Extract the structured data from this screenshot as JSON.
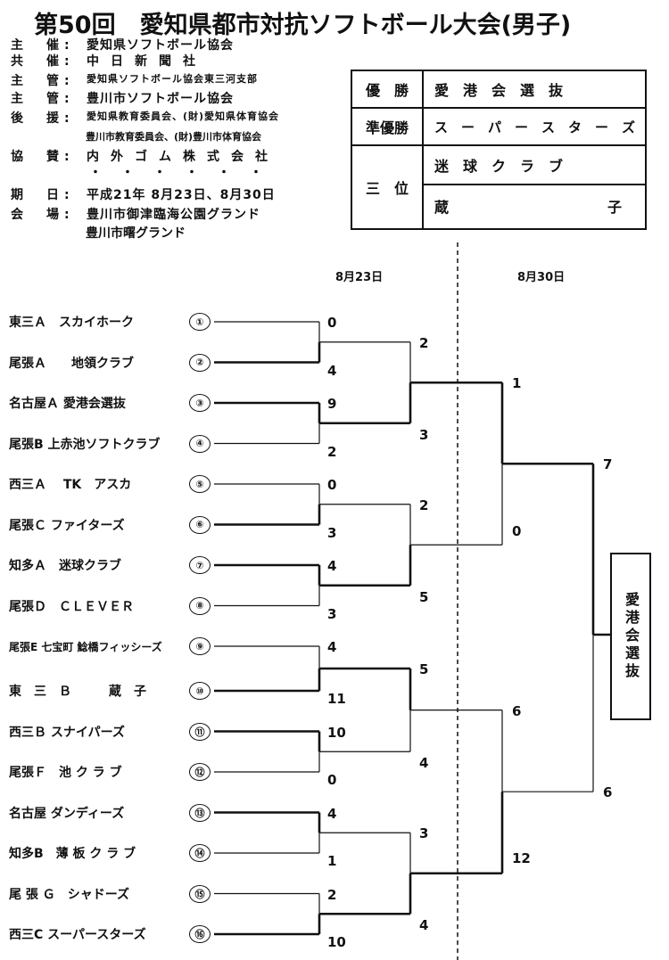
{
  "title": "第50回　愛知県都市対抗ソフトボール大会(男子)",
  "info": {
    "shusai_label": "主　催:",
    "shusai_value": "愛知県ソフトボール協会",
    "kyosai_label": "共　催:",
    "kyosai_value": "中日新聞社",
    "shukan1_label": "主　管:",
    "shukan1_value": "愛知県ソフトボール協会東三河支部",
    "shukan2_label": "主　管:",
    "shukan2_value": "豊川市ソフトボール協会",
    "koen_label": "後　援:",
    "koen_value1": "愛知県教育委員会、(財)愛知県体育協会",
    "koen_value2": "豊川市教育委員会、(財)豊川市体育協会",
    "kyosan_label": "協　賛:",
    "kyosan_value": "内外ゴム株式会社",
    "kyosan_dots": "・・・・・・",
    "kijitsu_label": "期　日:",
    "kijitsu_value": "平成21年 8月23日、8月30日",
    "kaijo_label": "会　場:",
    "kaijo_value1": "豊川市御津臨海公園グランド",
    "kaijo_value2": "豊川市曙グランド"
  },
  "results": {
    "winner_label": "優　勝",
    "winner_team": "愛　港　会　選　抜",
    "runnerup_label": "準優勝",
    "runnerup_team": "ス　ー　パ　ー　ス　タ　ー　ズ",
    "third_label": "三　位",
    "third_team1": "迷　球　ク　ラ　ブ",
    "third_team2_left": "蔵",
    "third_team2_right": "子"
  },
  "dates": {
    "day1": "8月23日",
    "day2": "8月30日"
  },
  "teams": [
    {
      "name": "東三Ａ　スカイホーク",
      "num": "①"
    },
    {
      "name": "尾張Ａ　　地領クラブ",
      "num": "②"
    },
    {
      "name": "名古屋Ａ 愛港会選抜",
      "num": "③"
    },
    {
      "name": "尾張B 上赤池ソフトクラブ",
      "num": "④"
    },
    {
      "name": "西三Ａ　 TK　アスカ",
      "num": "⑤"
    },
    {
      "name": "尾張Ｃ ファイターズ",
      "num": "⑥"
    },
    {
      "name": "知多Ａ　迷球クラブ",
      "num": "⑦"
    },
    {
      "name": "尾張Ｄ　ＣＬＥＶＥＲ",
      "num": "⑧"
    },
    {
      "name": "尾張E 七宝町 鯰橋フィッシーズ",
      "num": "⑨"
    },
    {
      "name": "東　三　Ｂ　　　蔵　子",
      "num": "⑩"
    },
    {
      "name": "西三Ｂ スナイパーズ",
      "num": "⑪"
    },
    {
      "name": "尾張Ｆ　池 ク ラ ブ",
      "num": "⑫"
    },
    {
      "name": "名古屋 ダンディーズ",
      "num": "⑬"
    },
    {
      "name": "知多B　薄 板 ク ラ ブ",
      "num": "⑭"
    },
    {
      "name": "尾 張 Ｇ　シャドーズ",
      "num": "⑮"
    },
    {
      "name": "西三C スーパースターズ",
      "num": "⑯"
    }
  ],
  "scores": {
    "r1": [
      "0",
      "4",
      "9",
      "2",
      "0",
      "3",
      "4",
      "3",
      "4",
      "11",
      "10",
      "0",
      "4",
      "1",
      "2",
      "10"
    ],
    "r2": [
      "2",
      "3",
      "2",
      "5",
      "5",
      "4",
      "3",
      "4"
    ],
    "r3": [
      "1",
      "0",
      "6",
      "12"
    ],
    "r4": [
      "7",
      "6"
    ]
  },
  "champion": "愛港会選抜"
}
